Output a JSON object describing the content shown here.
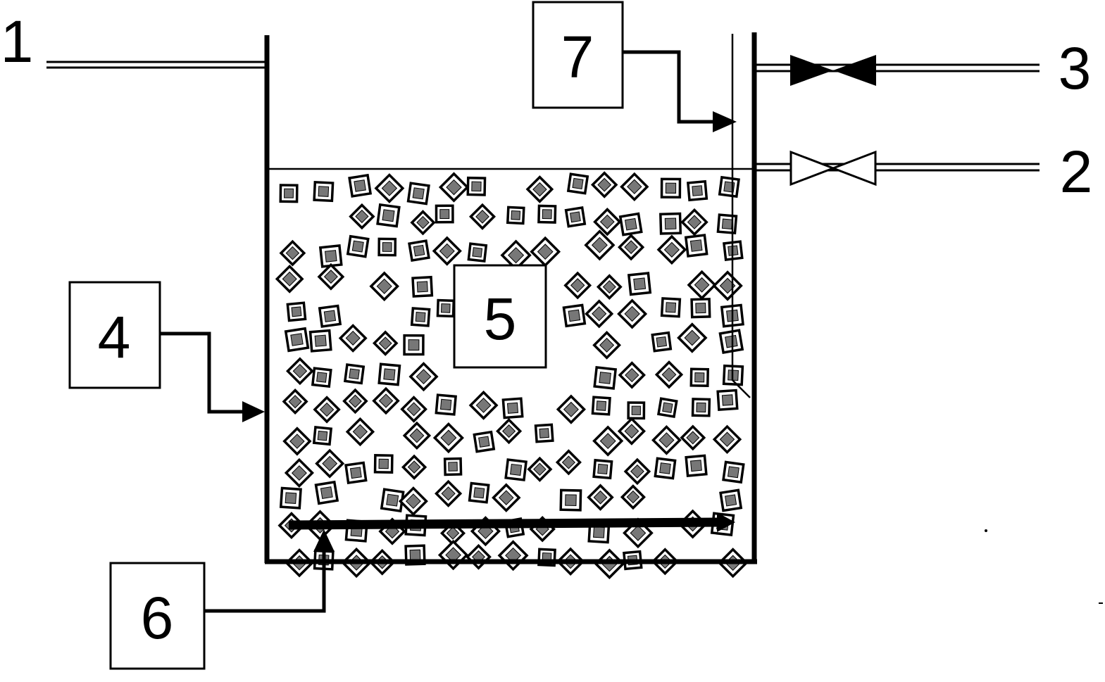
{
  "diagram": {
    "labels": {
      "l1": "1",
      "l2": "2",
      "l3": "3",
      "l4": "4",
      "l5": "5",
      "l6": "6",
      "l7": "7"
    },
    "colors": {
      "ink": "#000000",
      "paper": "#ffffff",
      "media_fill": "#777777"
    }
  }
}
